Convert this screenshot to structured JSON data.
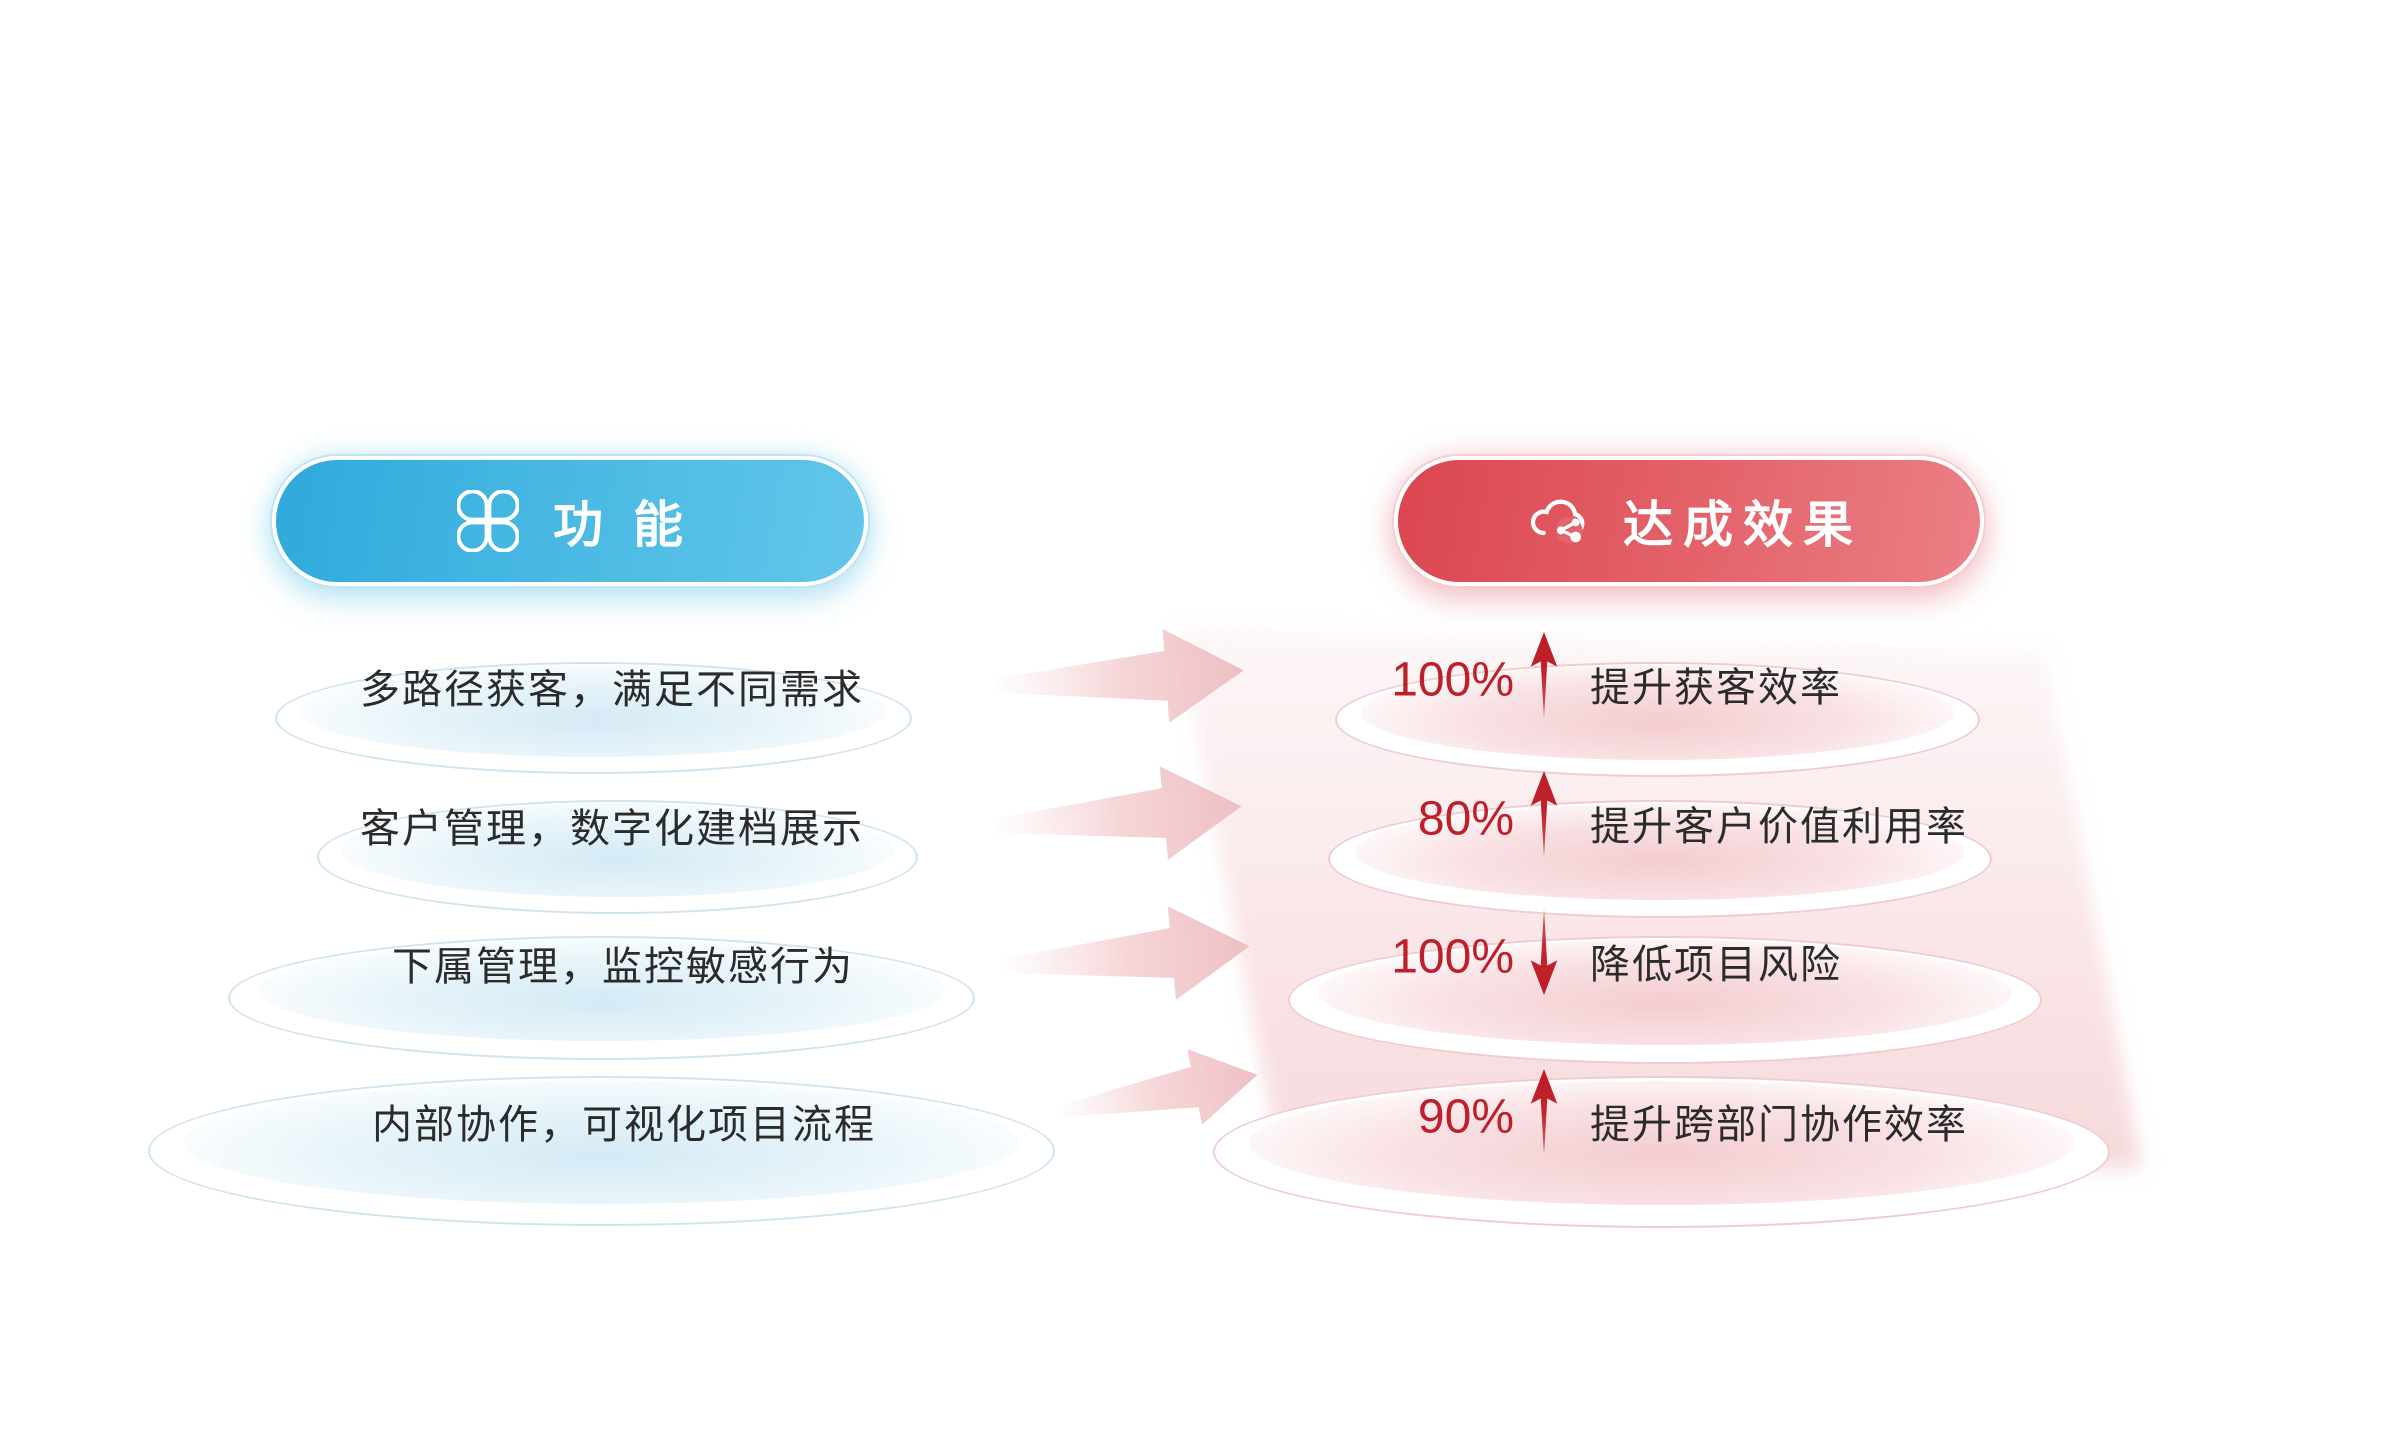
{
  "headers": {
    "features": {
      "icon": "clover-icon",
      "label": "功能"
    },
    "effects": {
      "icon": "cloud-share-icon",
      "label": "达成效果"
    }
  },
  "features": [
    "多路径获客，满足不同需求",
    "客户管理，数字化建档展示",
    "下属管理，监控敏感行为",
    "内部协作，可视化项目流程"
  ],
  "effects": [
    {
      "percent": "100%",
      "trend": "up",
      "label": "提升获客效率"
    },
    {
      "percent": "80%",
      "trend": "up",
      "label": "提升客户价值利用率"
    },
    {
      "percent": "100%",
      "trend": "down",
      "label": "降低项目风险"
    },
    {
      "percent": "90%",
      "trend": "up",
      "label": "提升跨部门协作效率"
    }
  ],
  "colors": {
    "feature_accent_start": "#2FA9DB",
    "feature_accent_end": "#63C6EA",
    "effect_accent_start": "#DB4650",
    "effect_accent_end": "#EB8086",
    "percent_red": "#BF1F2A",
    "text_dark": "#2B2B2B",
    "connector_pink": "#F0C2C5",
    "dish_blue": "#D4EAF5",
    "dish_pink": "#F3CCD0"
  }
}
